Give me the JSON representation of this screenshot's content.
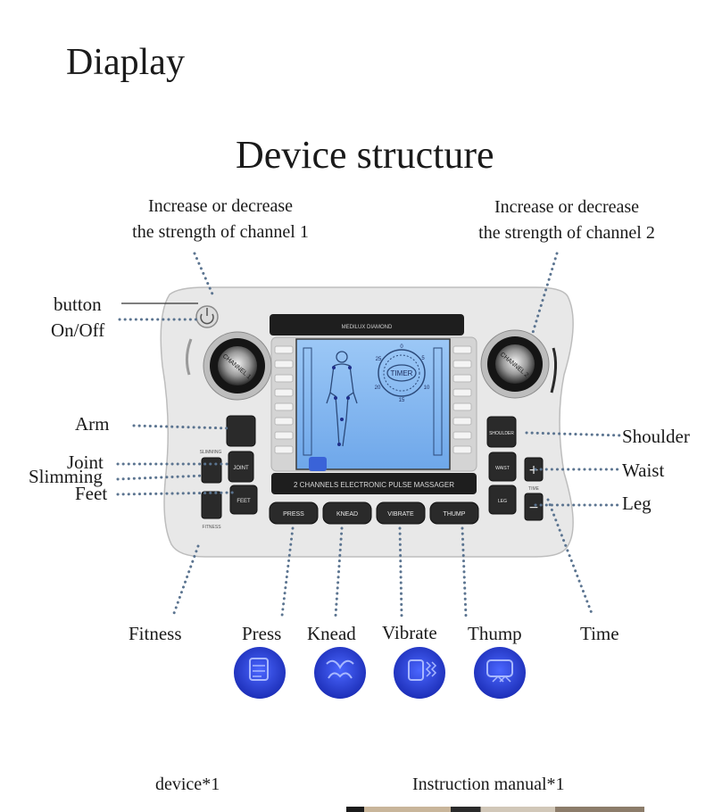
{
  "page": {
    "heading": "Diaplay",
    "section_title": "Device structure"
  },
  "annotations": {
    "channel1_line1": "Increase or decrease",
    "channel1_line2": "the strength of channel 1",
    "channel2_line1": "Increase or decrease",
    "channel2_line2": "the strength of channel 2",
    "button": "button",
    "on_off": "On/Off",
    "arm": "Arm",
    "joint": "Joint",
    "slimming": "Slimming",
    "feet": "Feet",
    "shoulder": "Shoulder",
    "waist": "Waist",
    "leg": "Leg"
  },
  "device": {
    "brand": "MEDILUX DIAMOND",
    "model_label": "2 CHANNELS ELECTRONIC PULSE MASSAGER",
    "knob_left": "CHANNEL 1",
    "knob_right": "CHANNEL 2",
    "timer_label": "TIMER",
    "timer_ticks": [
      "0",
      "5",
      "10",
      "15",
      "20",
      "25"
    ],
    "left_buttons": [
      "SLIMMING",
      "JOINT",
      "FEET",
      "FITNESS"
    ],
    "right_buttons": [
      "SHOULDER",
      "WAIST",
      "LEG"
    ],
    "time_label": "TIME",
    "bottom_buttons": [
      "PRESS",
      "KNEAD",
      "VIBRATE",
      "THUMP"
    ]
  },
  "modes": {
    "fitness": "Fitness",
    "press": "Press",
    "knead": "Knead",
    "vibrate": "Vibrate",
    "thump": "Thump",
    "time": "Time"
  },
  "package": {
    "device": "device*1",
    "manual": "Instruction manual*1"
  },
  "colors": {
    "lcd": "#7fb6f2",
    "mode_icon": "#2b3fd6",
    "device_body": "#e6e6e6",
    "button": "#2a2a2a"
  },
  "icons": [
    "press-icon",
    "knead-icon",
    "vibrate-icon",
    "thump-icon"
  ]
}
